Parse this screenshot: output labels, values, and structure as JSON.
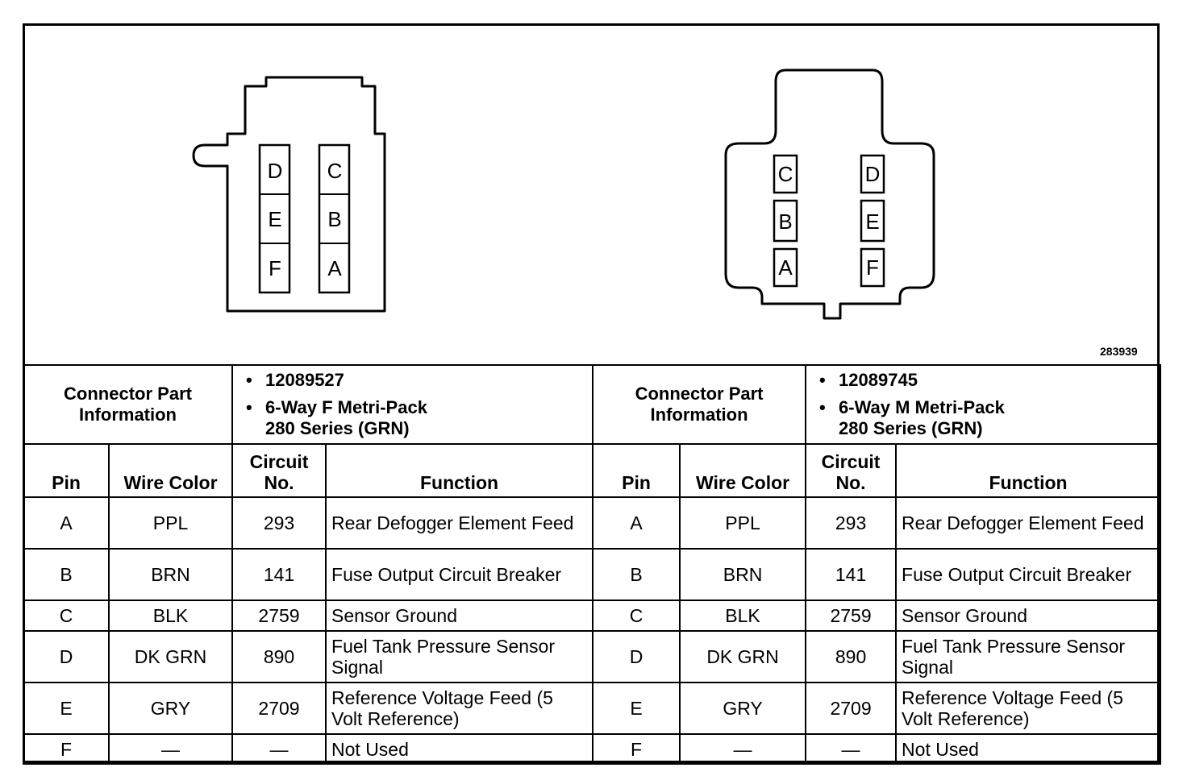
{
  "figure_id": "283939",
  "connector_left": {
    "pin_labels": [
      "D",
      "C",
      "E",
      "B",
      "F",
      "A"
    ]
  },
  "connector_right": {
    "pin_labels": [
      "C",
      "D",
      "B",
      "E",
      "A",
      "F"
    ]
  },
  "headers": {
    "part_info": "Connector Part Information",
    "pin": "Pin",
    "wire_color": "Wire Color",
    "circuit_no": "Circuit No.",
    "function": "Function"
  },
  "left": {
    "part_number": "12089527",
    "description_1": "6-Way F Metri-Pack",
    "description_2": "280 Series (GRN)",
    "rows": [
      {
        "pin": "A",
        "wire": "PPL",
        "circuit": "293",
        "function": "Rear Defogger Element Feed"
      },
      {
        "pin": "B",
        "wire": "BRN",
        "circuit": "141",
        "function": "Fuse Output Circuit Breaker"
      },
      {
        "pin": "C",
        "wire": "BLK",
        "circuit": "2759",
        "function": "Sensor Ground"
      },
      {
        "pin": "D",
        "wire": "DK GRN",
        "circuit": "890",
        "function": "Fuel Tank Pressure Sensor Signal"
      },
      {
        "pin": "E",
        "wire": "GRY",
        "circuit": "2709",
        "function": "Reference Voltage Feed (5 Volt Reference)"
      },
      {
        "pin": "F",
        "wire": "—",
        "circuit": "—",
        "function": "Not Used"
      }
    ]
  },
  "right": {
    "part_number": "12089745",
    "description_1": "6-Way M Metri-Pack",
    "description_2": "280 Series (GRN)",
    "rows": [
      {
        "pin": "A",
        "wire": "PPL",
        "circuit": "293",
        "function": "Rear Defogger Element Feed"
      },
      {
        "pin": "B",
        "wire": "BRN",
        "circuit": "141",
        "function": "Fuse Output Circuit Breaker"
      },
      {
        "pin": "C",
        "wire": "BLK",
        "circuit": "2759",
        "function": "Sensor Ground"
      },
      {
        "pin": "D",
        "wire": "DK GRN",
        "circuit": "890",
        "function": "Fuel Tank Pressure Sensor Signal"
      },
      {
        "pin": "E",
        "wire": "GRY",
        "circuit": "2709",
        "function": "Reference Voltage Feed (5 Volt Reference)"
      },
      {
        "pin": "F",
        "wire": "—",
        "circuit": "—",
        "function": "Not Used"
      }
    ]
  }
}
